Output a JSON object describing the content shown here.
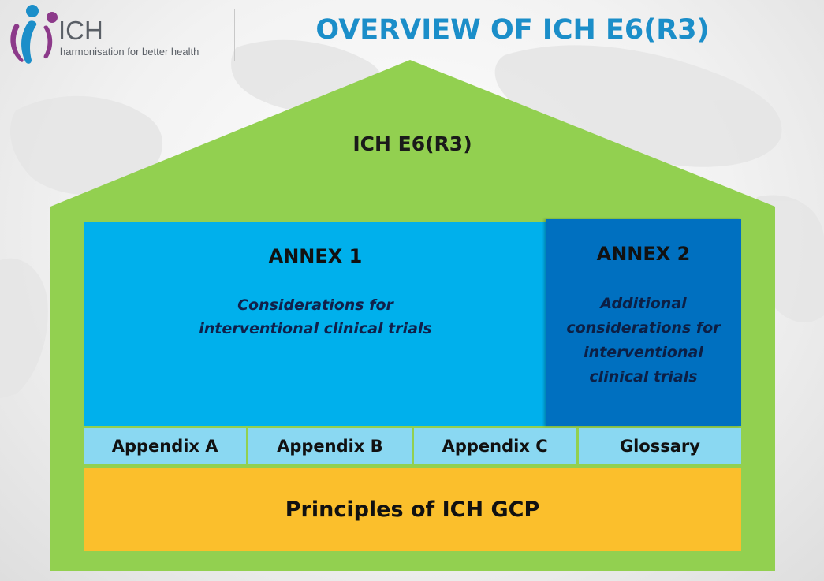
{
  "header": {
    "logo_word": "ICH",
    "logo_tagline": "harmonisation for better health",
    "title": "OVERVIEW OF ICH E6(R3)"
  },
  "house": {
    "roof_label": "ICH E6(R3)",
    "annex1": {
      "title": "ANNEX 1",
      "description_lines": [
        "Considerations for",
        "interventional clinical trials"
      ]
    },
    "annex2": {
      "title": "ANNEX 2",
      "description_lines": [
        "Additional",
        "considerations for",
        "interventional",
        "clinical trials"
      ]
    },
    "appendices": [
      "Appendix A",
      "Appendix B",
      "Appendix C",
      "Glossary"
    ],
    "foundation": "Principles of ICH GCP"
  },
  "colors": {
    "house_green": "#92d050",
    "annex1_blue": "#00b0ec",
    "annex2_blue": "#0070c0",
    "appendix_light_blue": "#8ad8f2",
    "foundation_yellow": "#fbbf2c",
    "title_blue": "#1b8ec9",
    "logo_blue": "#1b8ec9",
    "logo_purple": "#8c3a8a"
  }
}
